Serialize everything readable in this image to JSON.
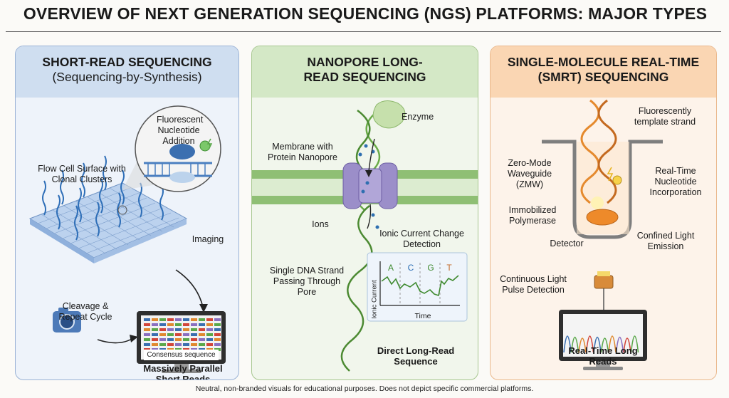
{
  "title": "OVERVIEW OF NEXT GENERATION SEQUENCING (NGS) PLATFORMS: MAJOR TYPES",
  "panels": {
    "short_read": {
      "heading": "SHORT-READ SEQUENCING",
      "subheading": "(Sequencing-by-Synthesis)",
      "labels": {
        "flow_cell": "Flow Cell Surface with Clonal Clusters",
        "fluor_add": "Fluorescent Nucleotide Addition",
        "imaging": "Imaging",
        "cleavage": "Cleavage & Repeat Cycle",
        "consensus": "Consensus sequence",
        "result": "Massively Parallel Short Reads"
      },
      "accent": "#9bb3d6"
    },
    "nanopore": {
      "heading": "NANOPORE LONG-READ SEQUENCING",
      "labels": {
        "enzyme": "Enzyme",
        "membrane": "Membrane with Protein Nanopore",
        "ions": "Ions",
        "ionic": "Ionic Current Change Detection",
        "strand": "Single DNA Strand Passing Through Pore",
        "y_axis": "Ionic Current",
        "x_axis": "Time",
        "bases": [
          "A",
          "C",
          "G",
          "T"
        ],
        "result": "Direct Long-Read Sequence"
      },
      "accent": "#a7c790"
    },
    "smrt": {
      "heading": "SINGLE-MOLECULE REAL-TIME (SMRT) SEQUENCING",
      "labels": {
        "template": "Fluorescently template strand",
        "zmw": "Zero-Mode Waveguide (ZMW)",
        "incorporation": "Real-Time Nucleotide Incorporation",
        "polymerase": "Immobilized Polymerase",
        "confined": "Confined Light Emission",
        "detector": "Detector",
        "continuous": "Continuous Light Pulse Detection",
        "result": "Real-Time Long Reads"
      },
      "accent": "#eab88c"
    }
  },
  "footer": "Neutral, non-branded visuals for educational purposes. Does not depict specific commercial platforms."
}
